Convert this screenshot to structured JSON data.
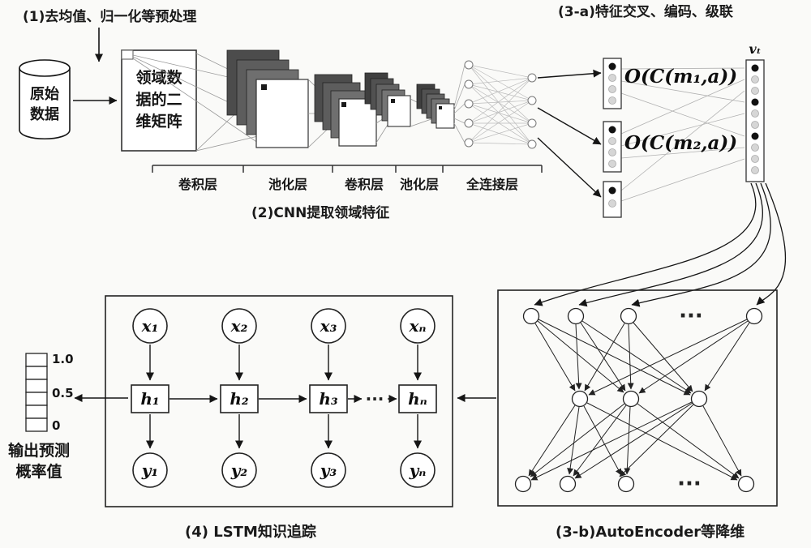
{
  "figure": {
    "bg_color": "#fafaf8",
    "line_color": "#151515"
  },
  "captions": {
    "step1": "(1)去均值、归一化等预处理",
    "step2": "(2)CNN提取领域特征",
    "step3a": "(3-a)特征交叉、编码、级联",
    "step3b": "(3-b)AutoEncoder等降维",
    "step4": "(4) LSTM知识追踪"
  },
  "database": {
    "label_lines": [
      "原始",
      "数据"
    ]
  },
  "matrix_box": {
    "label_lines": [
      "领域数",
      "据的二",
      "维矩阵"
    ]
  },
  "cnn": {
    "layer_labels": [
      "卷积层",
      "池化层",
      "卷积层",
      "池化层",
      "全连接层"
    ]
  },
  "feature_vectors": {
    "formula_1": "O(C(m₁,a))",
    "formula_2": "O(C(m₂,a))",
    "vt_label": "vₜ"
  },
  "autoencoder": {
    "dots": "···"
  },
  "lstm": {
    "x_labels": [
      "x₁",
      "x₂",
      "x₃",
      "xₙ"
    ],
    "h_labels": [
      "h₁",
      "h₂",
      "h₃",
      "hₙ"
    ],
    "y_labels": [
      "y₁",
      "y₂",
      "y₃",
      "yₙ"
    ],
    "dots": "···"
  },
  "probability_scale": {
    "tick_labels": [
      "1.0",
      "0.5",
      "0"
    ],
    "label_lines": [
      "输出预测",
      "概率值"
    ]
  }
}
